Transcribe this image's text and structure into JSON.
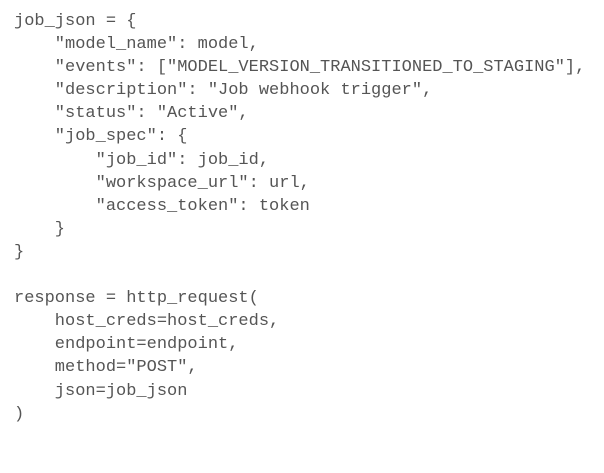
{
  "code_lines": [
    "job_json = {",
    "    \"model_name\": model,",
    "    \"events\": [\"MODEL_VERSION_TRANSITIONED_TO_STAGING\"],",
    "    \"description\": \"Job webhook trigger\",",
    "    \"status\": \"Active\",",
    "    \"job_spec\": {",
    "        \"job_id\": job_id,",
    "        \"workspace_url\": url,",
    "        \"access_token\": token",
    "    }",
    "}",
    "",
    "response = http_request(",
    "    host_creds=host_creds,",
    "    endpoint=endpoint,",
    "    method=\"POST\",",
    "    json=job_json",
    ")"
  ]
}
